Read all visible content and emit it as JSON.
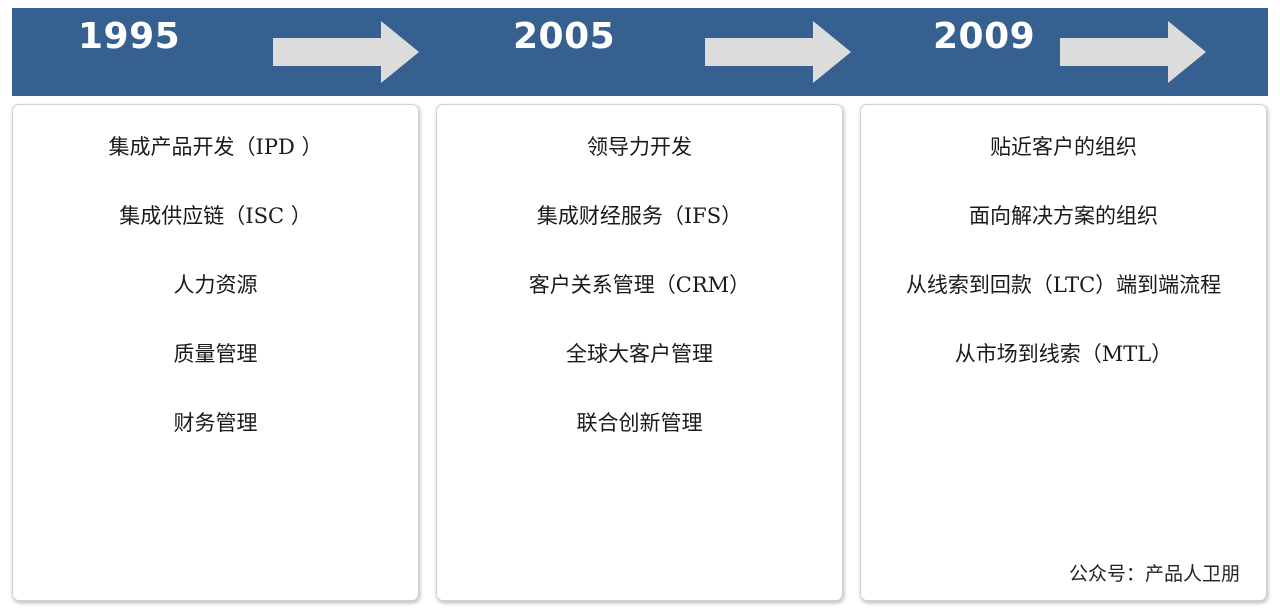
{
  "colors": {
    "banner": "#36608f",
    "arrow": "#dcdcdc",
    "year_text": "#ffffff",
    "text": "#1a1a1a"
  },
  "timeline": {
    "stages": [
      {
        "year": "1995",
        "items": [
          "集成产品开发（IPD ）",
          "集成供应链（ISC ）",
          "人力资源",
          "质量管理",
          "财务管理"
        ]
      },
      {
        "year": "2005",
        "items": [
          "领导力开发",
          "集成财经服务（IFS）",
          "客户关系管理（CRM）",
          "全球大客户管理",
          "联合创新管理"
        ]
      },
      {
        "year": "2009",
        "items": [
          "贴近客户的组织",
          "面向解决方案的组织",
          "从线索到回款（LTC）端到端流程",
          "从市场到线索（MTL）"
        ]
      }
    ]
  },
  "footer": {
    "text": "公众号：产品人卫朋"
  },
  "icons": [
    "right-arrow-icon",
    "right-arrow-icon",
    "right-arrow-icon"
  ]
}
